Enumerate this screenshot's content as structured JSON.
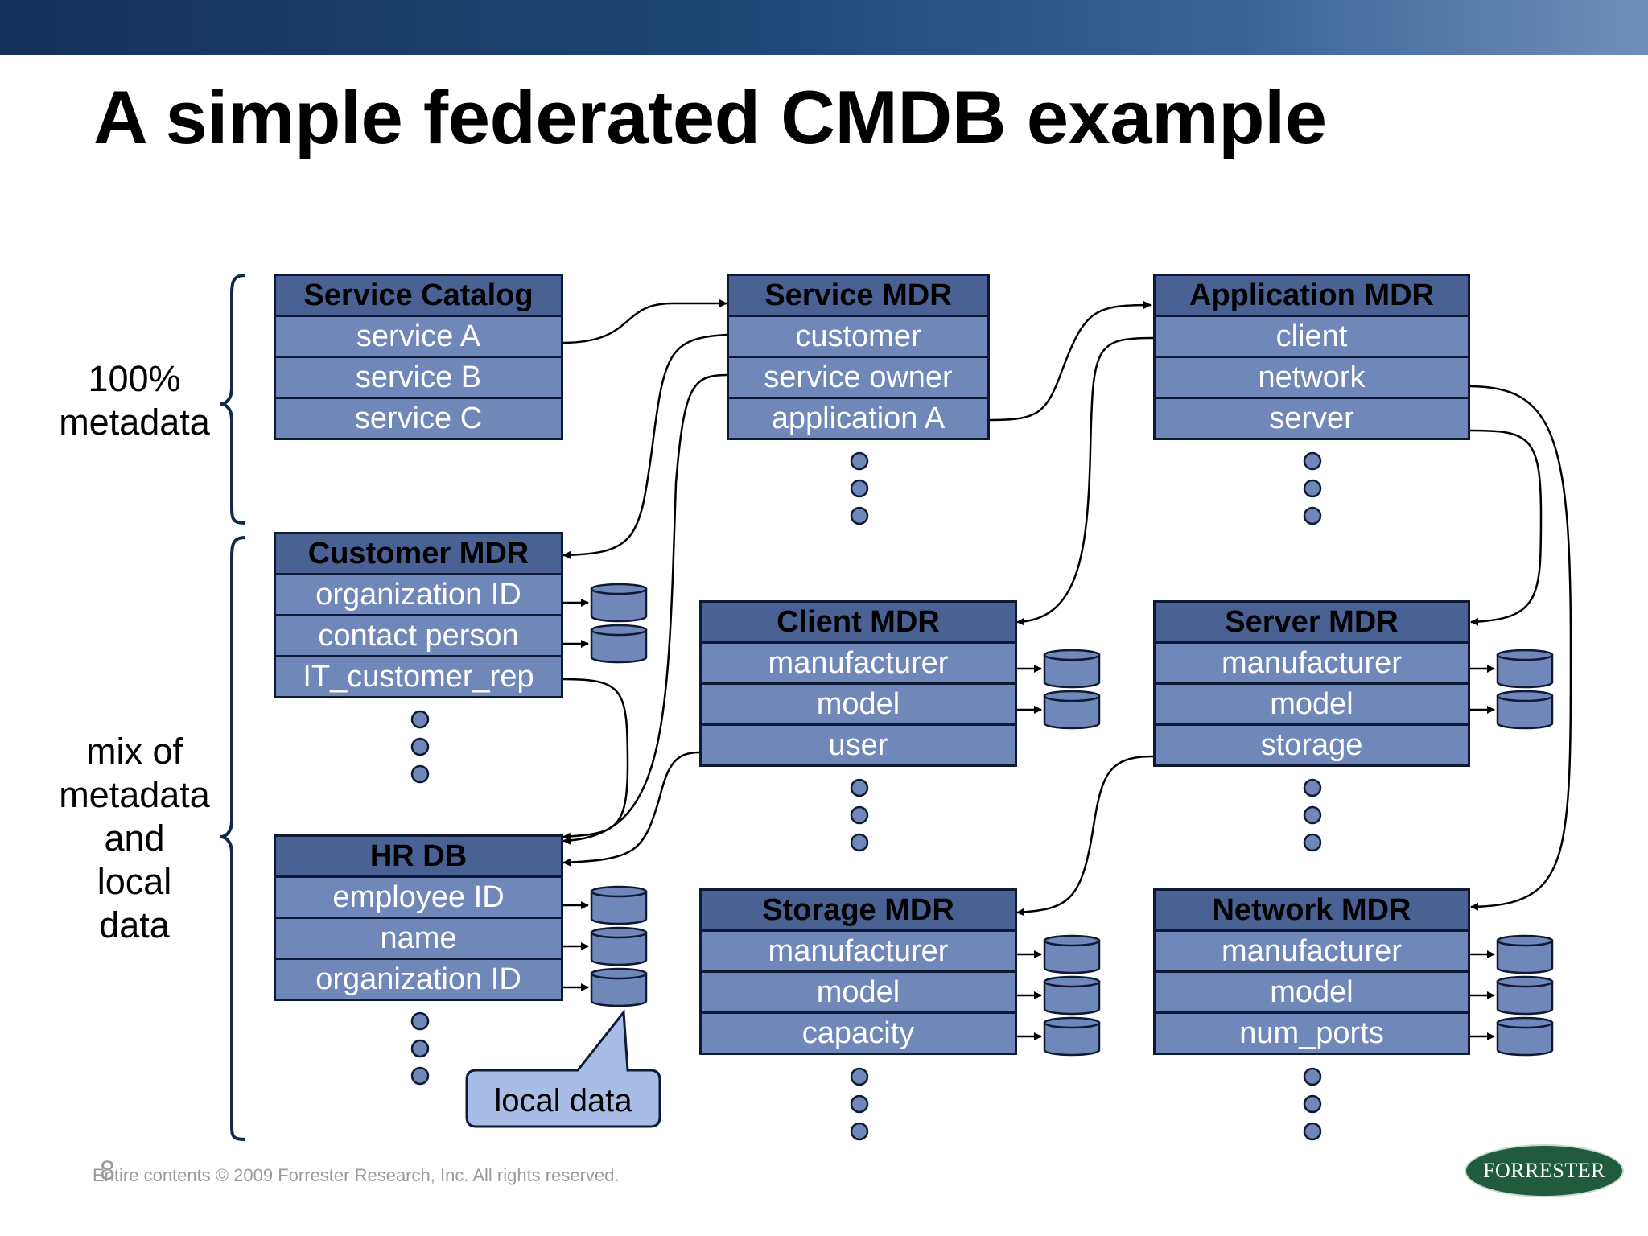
{
  "slide": {
    "title": "A simple federated CMDB example",
    "side_labels": {
      "metadata": "100%\nmetadata",
      "mix": "mix of\nmetadata\nand\nlocal\ndata"
    },
    "callout": "local data",
    "footer": "Entire contents © 2009  Forrester Research, Inc. All rights reserved.",
    "page_number": "8",
    "logo": "FORRESTER"
  },
  "colors": {
    "box_fill": "#6f87b9",
    "box_header": "#4a6194",
    "box_border": "#0e1a33",
    "datastore_fill": "#6f87b9",
    "callout_fill": "#a7bde6",
    "logo_green": "#1f5b3c"
  },
  "boxes": {
    "service_catalog": {
      "title": "Service Catalog",
      "rows": [
        "service A",
        "service B",
        "service C"
      ]
    },
    "service_mdr": {
      "title": "Service MDR",
      "rows": [
        "customer",
        "service owner",
        "application A"
      ]
    },
    "application_mdr": {
      "title": "Application MDR",
      "rows": [
        "client",
        "network",
        "server"
      ]
    },
    "customer_mdr": {
      "title": "Customer MDR",
      "rows": [
        "organization ID",
        "contact person",
        "IT_customer_rep"
      ]
    },
    "client_mdr": {
      "title": "Client MDR",
      "rows": [
        "manufacturer",
        "model",
        "user"
      ]
    },
    "server_mdr": {
      "title": "Server MDR",
      "rows": [
        "manufacturer",
        "model",
        "storage"
      ]
    },
    "hr_db": {
      "title": "HR DB",
      "rows": [
        "employee ID",
        "name",
        "organization ID"
      ]
    },
    "storage_mdr": {
      "title": "Storage MDR",
      "rows": [
        "manufacturer",
        "model",
        "capacity"
      ]
    },
    "network_mdr": {
      "title": "Network MDR",
      "rows": [
        "manufacturer",
        "model",
        "num_ports"
      ]
    }
  }
}
